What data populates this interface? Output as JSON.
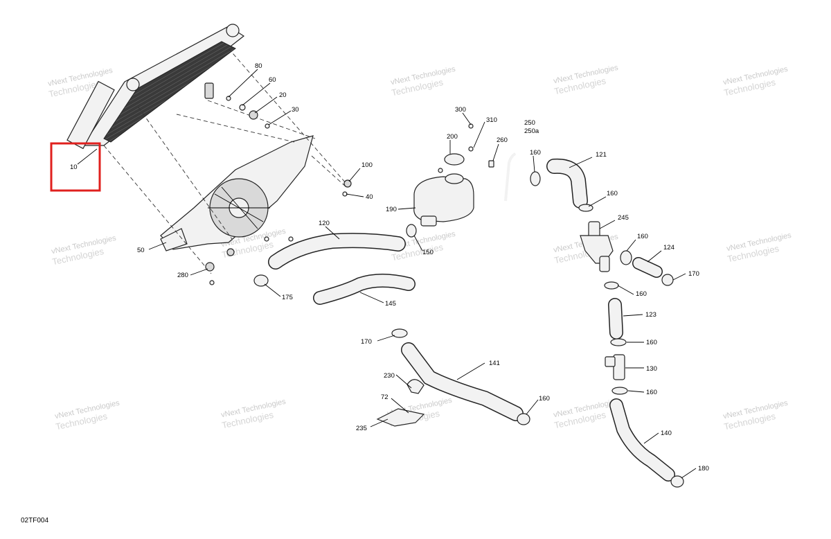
{
  "diagram": {
    "reference_code": "02TF004",
    "watermark": {
      "line1": "vNext",
      "line2": "vNext Technologies",
      "line3": "Technologies"
    },
    "highlight": {
      "callout": "10",
      "color": "#e0201e"
    },
    "callouts": [
      "80",
      "60",
      "20",
      "30",
      "100",
      "40",
      "50",
      "280",
      "175",
      "300",
      "310",
      "200",
      "250",
      "250a",
      "260",
      "160",
      "121",
      "190",
      "120",
      "150",
      "145",
      "160",
      "245",
      "160",
      "124",
      "170",
      "160",
      "123",
      "160",
      "130",
      "160",
      "170",
      "141",
      "230",
      "72",
      "235",
      "160",
      "140",
      "180"
    ]
  }
}
